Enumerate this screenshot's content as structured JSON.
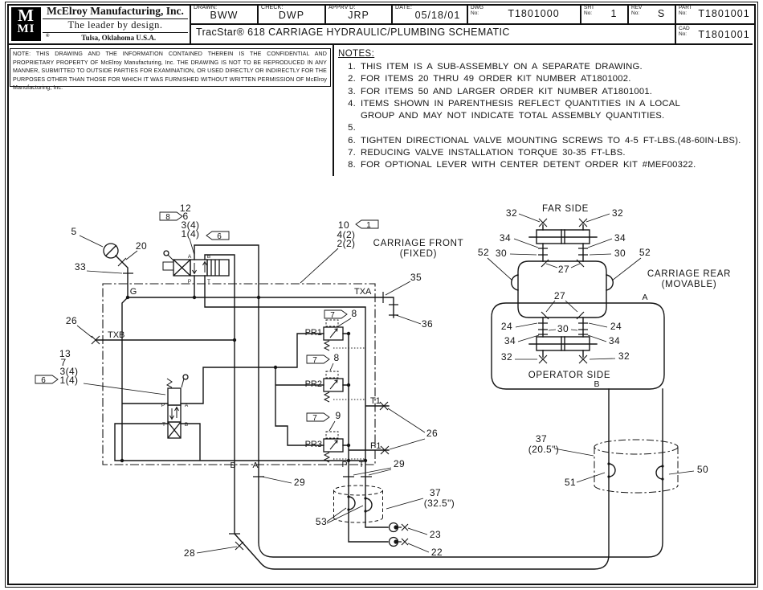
{
  "title_block": {
    "logo": {
      "m": "M",
      "mi": "MI"
    },
    "company": "McElroy Manufacturing, Inc.",
    "tagline": "The leader by design.",
    "address": "Tulsa, Oklahoma U.S.A.",
    "address_reg": "®",
    "drawing_title": "TracStar® 618 CARRIAGE HYDRAULIC/PLUMBING SCHEMATIC",
    "fields": {
      "drawn_label": "DRAWN:",
      "drawn": "BWW",
      "check_label": "CHECK:",
      "check": "DWP",
      "apprvd_label": "APPRV'D:",
      "apprvd": "JRP",
      "date_label": "DATE:",
      "date": "05/18/01",
      "dwg_label": "DWG\nNo:",
      "dwg": "T1801000",
      "sht_label": "SHT\nNo:",
      "sht": "1",
      "rev_label": "REV\nNo:",
      "rev": "S",
      "part_label": "PART\nNo:",
      "part": "T1801001",
      "cad_label": "CAD\nNo:",
      "cad": "T1801001"
    }
  },
  "confidential_note": "NOTE: THIS DRAWING AND THE INFORMATION CONTAINED THEREIN IS THE CONFIDENTIAL AND PROPRIETARY PROPERTY OF McElroy Manufacturing, Inc. THE DRAWING IS NOT TO BE REPRODUCED IN ANY MANNER, SUBMITTED TO OUTSIDE PARTIES FOR EXAMINATION, OR USED DIRECTLY OR INDIRECTLY FOR THE PURPOSES OTHER THAN THOSE FOR WHICH IT WAS FURNISHED WITHOUT WRITTEN PERMISSION OF McElroy Manufacturing, Inc.",
  "notes": {
    "heading": "NOTES:",
    "items": [
      {
        "num": "1.",
        "text": "THIS ITEM IS A SUB-ASSEMBLY ON A SEPARATE DRAWING."
      },
      {
        "num": "2.",
        "text": "FOR ITEMS 20 THRU 49 ORDER KIT NUMBER AT1801002."
      },
      {
        "num": "3.",
        "text": "FOR ITEMS 50 AND LARGER ORDER KIT NUMBER AT1801001."
      },
      {
        "num": "4.",
        "text": "ITEMS SHOWN IN PARENTHESIS REFLECT QUANTITIES IN A LOCAL\nGROUP AND MAY NOT INDICATE TOTAL ASSEMBLY QUANTITIES."
      },
      {
        "num": "5.",
        "text": ""
      },
      {
        "num": "6.",
        "text": "TIGHTEN DIRECTIONAL VALVE MOUNTING SCREWS TO 4-5 FT-LBS.(48-60IN-LBS)."
      },
      {
        "num": "7.",
        "text": "REDUCING VALVE INSTALLATION TORQUE 30-35 FT-LBS."
      },
      {
        "num": "8.",
        "text": "FOR OPTIONAL LEVER WITH CENTER DETENT ORDER KIT #MEF00322."
      }
    ]
  },
  "schematic": {
    "callouts": {
      "5": "5",
      "20": "20",
      "33": "33",
      "26": "26",
      "12": "12",
      "6": "6",
      "3_4": "3(4)",
      "1_4": "1(4)",
      "10": "10",
      "4_2": "4(2)",
      "2_2": "2(2)",
      "35": "35",
      "36": "36",
      "13": "13",
      "7": "7",
      "8": "8",
      "9": "9",
      "29": "29",
      "28": "28",
      "32": "32",
      "34": "34",
      "30": "30",
      "27": "27",
      "24": "24",
      "52": "52",
      "37": "37",
      "51": "51",
      "50": "50",
      "53": "53",
      "23": "23",
      "22": "22",
      "len_20_5": "(20.5\")",
      "len_32_5": "(32.5\")"
    },
    "flags": {
      "1": "1",
      "6": "6",
      "7": "7",
      "8": "8"
    },
    "ports": {
      "g": "G",
      "txa": "TXA",
      "txb": "TXB",
      "pr1": "PR1",
      "pr2": "PR2",
      "pr3": "PR3",
      "t1": "T1",
      "p1": "P1",
      "p": "P",
      "t": "T",
      "a": "A",
      "b": "B"
    },
    "areas": {
      "carriage_front": "CARRIAGE FRONT",
      "fixed": "(FIXED)",
      "carriage_rear": "CARRIAGE REAR",
      "movable": "(MOVABLE)",
      "far_side": "FAR SIDE",
      "operator_side": "OPERATOR SIDE"
    }
  }
}
